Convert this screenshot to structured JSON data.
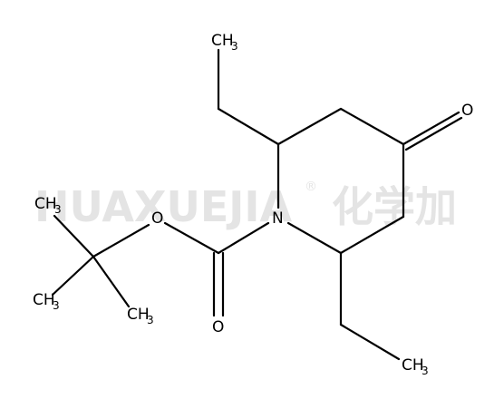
{
  "watermark": {
    "brand": "HUAXUEJIA",
    "registered": "®",
    "cn": "化学加",
    "color": "#e4e4e4"
  },
  "atoms": {
    "n1": "N",
    "o_ketone": "O",
    "o_ester": "O",
    "o_carbonyl": "O",
    "ch3_top_main": "CH",
    "ch3_top_sub": "3",
    "ch3_bottom_main": "CH",
    "ch3_bottom_sub": "3",
    "ch3_tbu_a_main": "CH",
    "ch3_tbu_a_sub": "3",
    "ch3_tbu_b_main": "CH",
    "ch3_tbu_b_sub": "3",
    "ch3_tbu_c_main": "CH",
    "ch3_tbu_c_sub": "3"
  }
}
